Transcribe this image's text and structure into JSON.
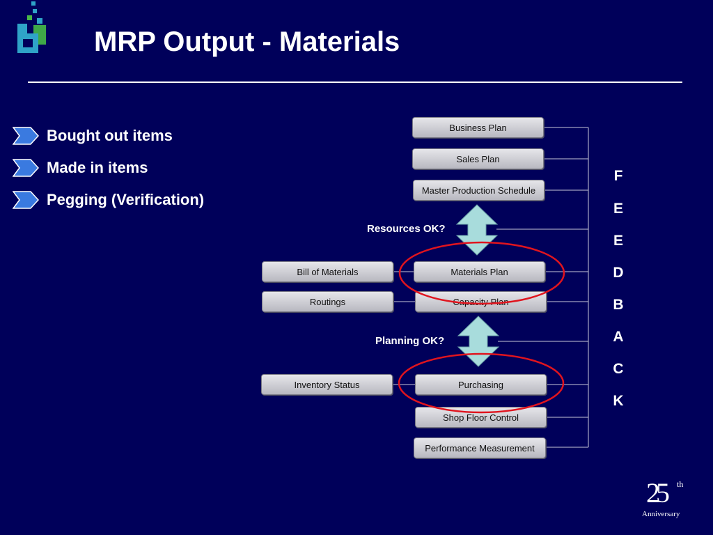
{
  "slide": {
    "title": "MRP Output - Materials",
    "bullets": [
      "Bought out items",
      "Made in items",
      "Pegging (Verification)"
    ]
  },
  "diagram": {
    "main_boxes": [
      "Business Plan",
      "Sales Plan",
      "Master Production Schedule",
      "Materials Plan",
      "Capacity Plan",
      "Purchasing",
      "Shop Floor Control",
      "Performance Measurement"
    ],
    "input_boxes": [
      "Bill of Materials",
      "Routings",
      "Inventory Status"
    ],
    "checks": [
      "Resources OK?",
      "Planning OK?"
    ],
    "feedback_letters": [
      "F",
      "E",
      "E",
      "D",
      "B",
      "A",
      "C",
      "K"
    ]
  },
  "badge": {
    "number": "25",
    "suffix": "th",
    "label": "Anniversary"
  },
  "colors": {
    "background": "#00005a",
    "highlight_ellipse": "#e0141e",
    "arrow_fill": "#a8dcdc",
    "bullet_arrow": "#3a7ae0"
  }
}
